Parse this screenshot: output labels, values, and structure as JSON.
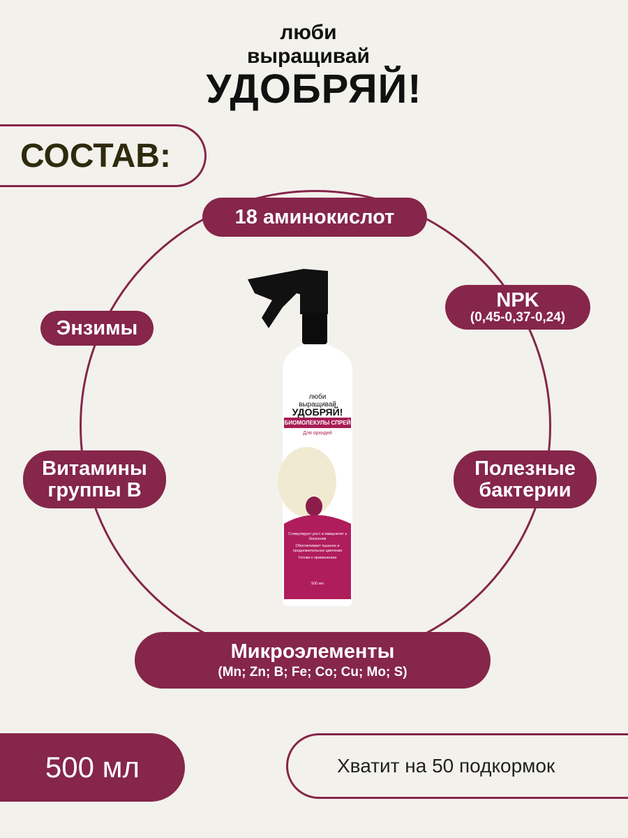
{
  "logo": {
    "line1": "люби",
    "line2": "выращивай",
    "line3": "УДОБРЯЙ!"
  },
  "heading": "СОСТАВ:",
  "components": {
    "amino": "18 аминокислот",
    "npk": {
      "title": "NPK",
      "detail": "(0,45-0,37-0,24)"
    },
    "enzymes": "Энзимы",
    "vitamins": {
      "line1": "Витамины",
      "line2": "группы В"
    },
    "bacteria": {
      "line1": "Полезные",
      "line2": "бактерии"
    },
    "micro": {
      "title": "Микроэлементы",
      "detail": "(Mn; Zn; B; Fe; Co; Cu; Mo; S)"
    }
  },
  "bottle_label": {
    "logo1": "люби",
    "logo2": "выращивай",
    "logo3": "УДОБРЯЙ!",
    "product": "БИОМОЛЕКУЛЫ СПРЕЙ",
    "for": "Для орхидей",
    "b1": "Стимулирует рост и иммунитет к болезням",
    "b2": "Обеспечивает пышное и продолжительное цветение",
    "b3": "Готово к применению",
    "volume": "500 мл"
  },
  "volume": "500 мл",
  "enough": "Хватит на 50 подкормок",
  "colors": {
    "accent": "#85264a",
    "background": "#f3f1ec"
  }
}
